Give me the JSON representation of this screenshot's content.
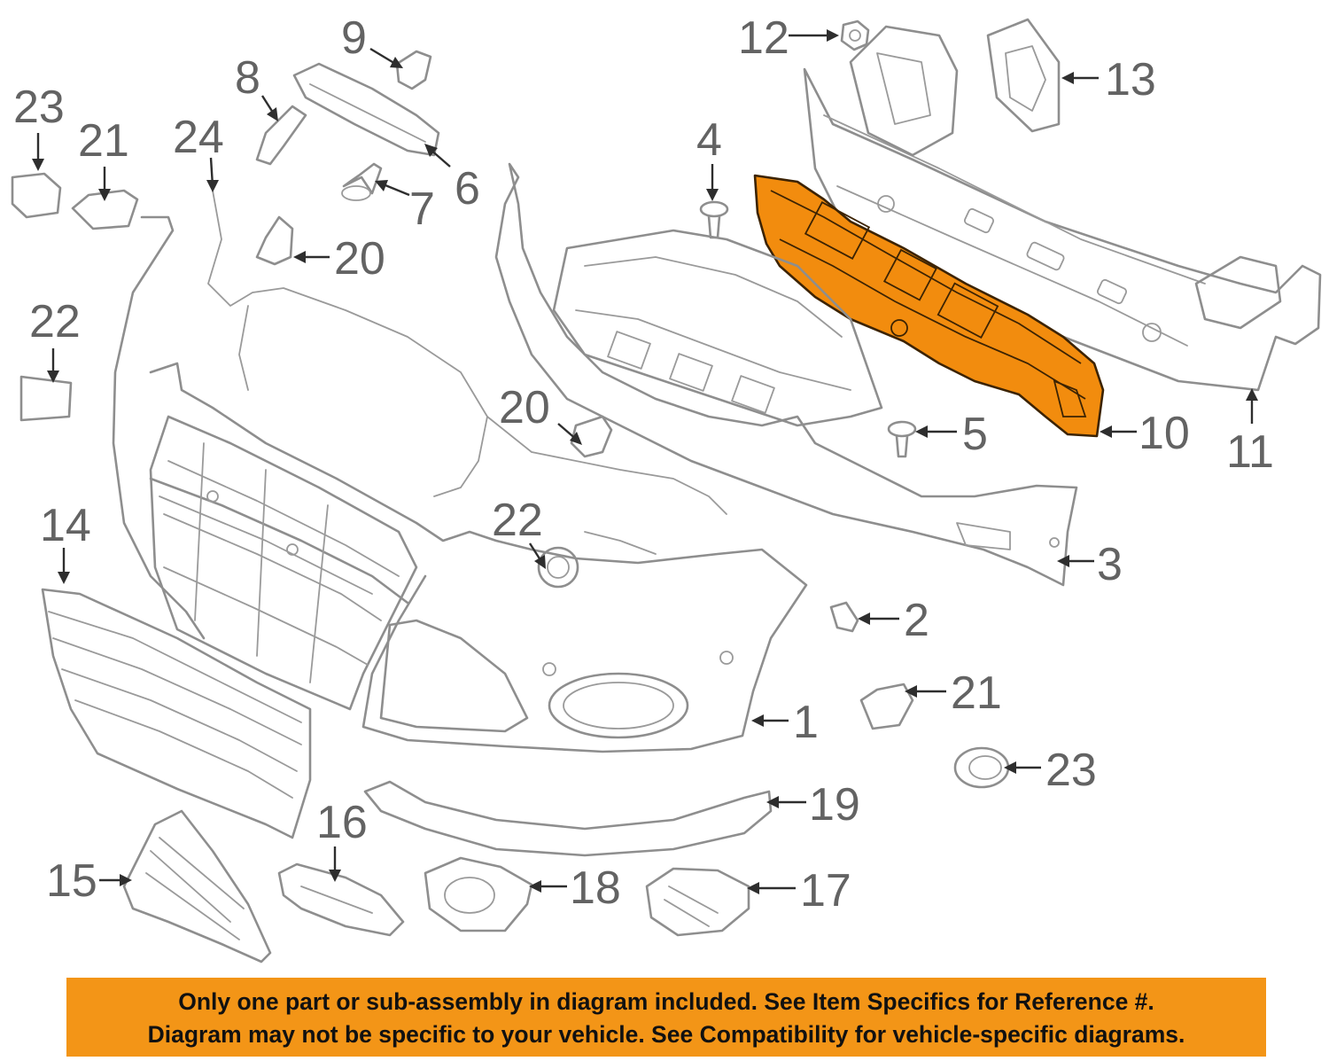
{
  "colors": {
    "line": "#8e8e8e",
    "highlight": "#f28c0e",
    "banner": "#f39517",
    "label": "#636363"
  },
  "highlighted_part": "10",
  "callouts": [
    {
      "id": "1",
      "label": "1"
    },
    {
      "id": "2",
      "label": "2"
    },
    {
      "id": "3",
      "label": "3"
    },
    {
      "id": "4",
      "label": "4"
    },
    {
      "id": "5",
      "label": "5"
    },
    {
      "id": "6",
      "label": "6"
    },
    {
      "id": "7",
      "label": "7"
    },
    {
      "id": "8",
      "label": "8"
    },
    {
      "id": "9",
      "label": "9"
    },
    {
      "id": "10",
      "label": "10"
    },
    {
      "id": "11",
      "label": "11"
    },
    {
      "id": "12",
      "label": "12"
    },
    {
      "id": "13",
      "label": "13"
    },
    {
      "id": "14",
      "label": "14"
    },
    {
      "id": "15",
      "label": "15"
    },
    {
      "id": "16",
      "label": "16"
    },
    {
      "id": "17",
      "label": "17"
    },
    {
      "id": "18",
      "label": "18"
    },
    {
      "id": "19",
      "label": "19"
    },
    {
      "id": "20a",
      "label": "20"
    },
    {
      "id": "20b",
      "label": "20"
    },
    {
      "id": "21a",
      "label": "21"
    },
    {
      "id": "21b",
      "label": "21"
    },
    {
      "id": "22a",
      "label": "22"
    },
    {
      "id": "22b",
      "label": "22"
    },
    {
      "id": "23a",
      "label": "23"
    },
    {
      "id": "23b",
      "label": "23"
    },
    {
      "id": "24",
      "label": "24"
    }
  ],
  "notice": {
    "line1": "Only one part or sub-assembly in diagram included. See Item Specifics for Reference #.",
    "line2": "Diagram may not be specific to your vehicle. See Compatibility for vehicle-specific diagrams."
  }
}
